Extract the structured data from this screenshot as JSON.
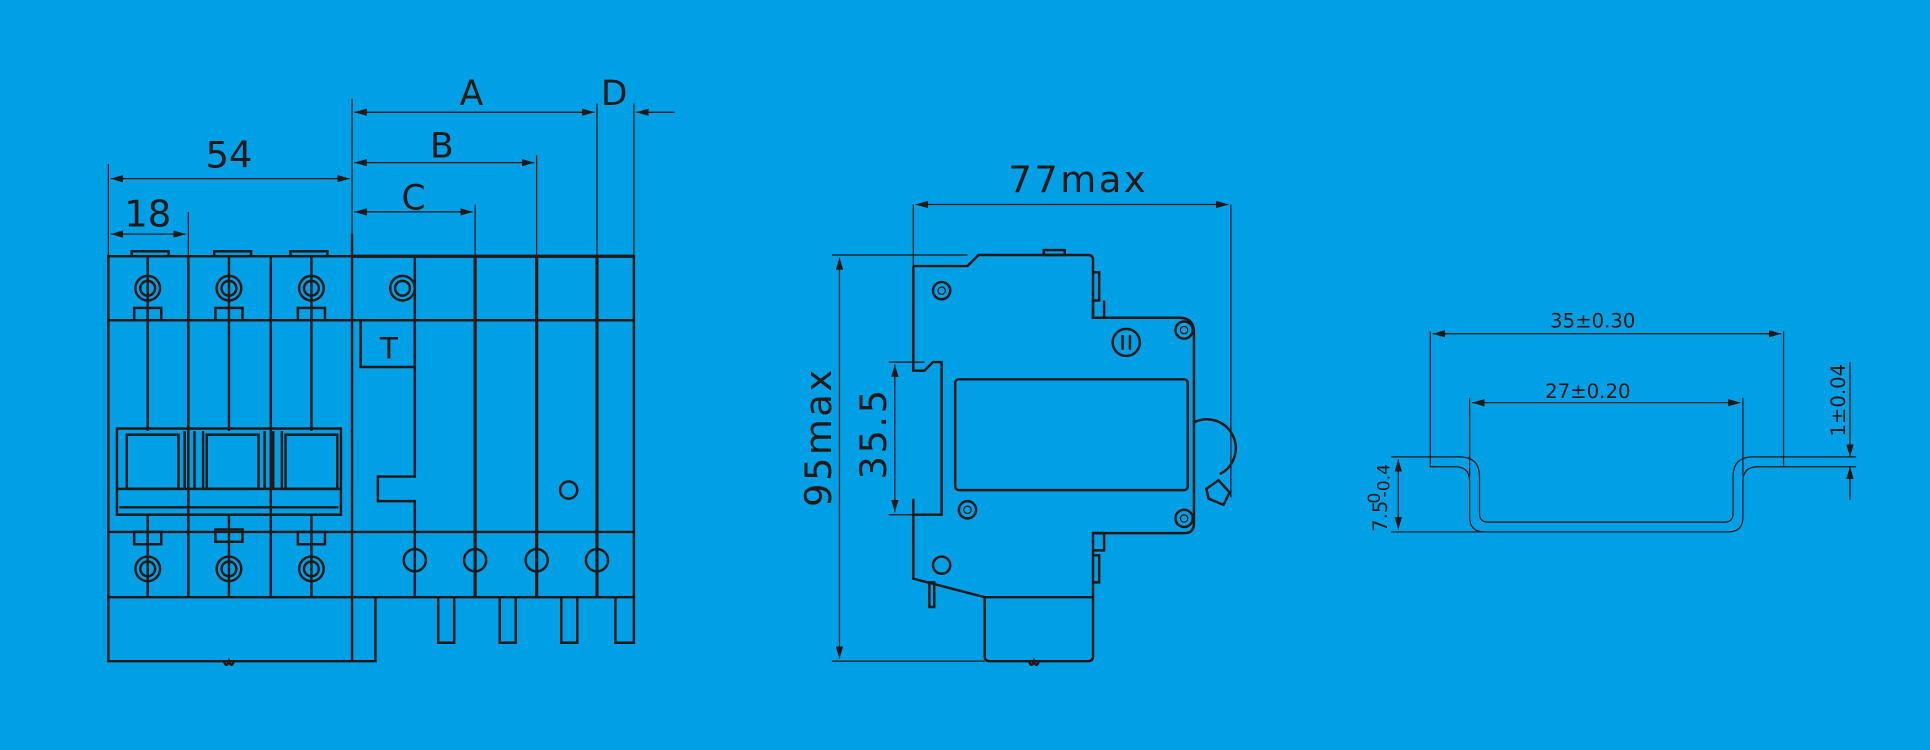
{
  "colors": {
    "background": "#00a0e6",
    "line": "#231815"
  },
  "front_view": {
    "dim_54": "54",
    "dim_18": "18",
    "dim_A": "A",
    "dim_B": "B",
    "dim_C": "C",
    "dim_D": "D",
    "test_button": "T"
  },
  "side_view": {
    "dim_width": "77max",
    "dim_height": "95max",
    "dim_rail": "35.5"
  },
  "din_rail": {
    "dim_outer": "35±0.30",
    "dim_inner": "27±0.20",
    "dim_thickness": "1±0.04",
    "dim_depth": "7.5",
    "dim_depth_upper_tol": "0",
    "dim_depth_lower_tol": "-0.4"
  }
}
